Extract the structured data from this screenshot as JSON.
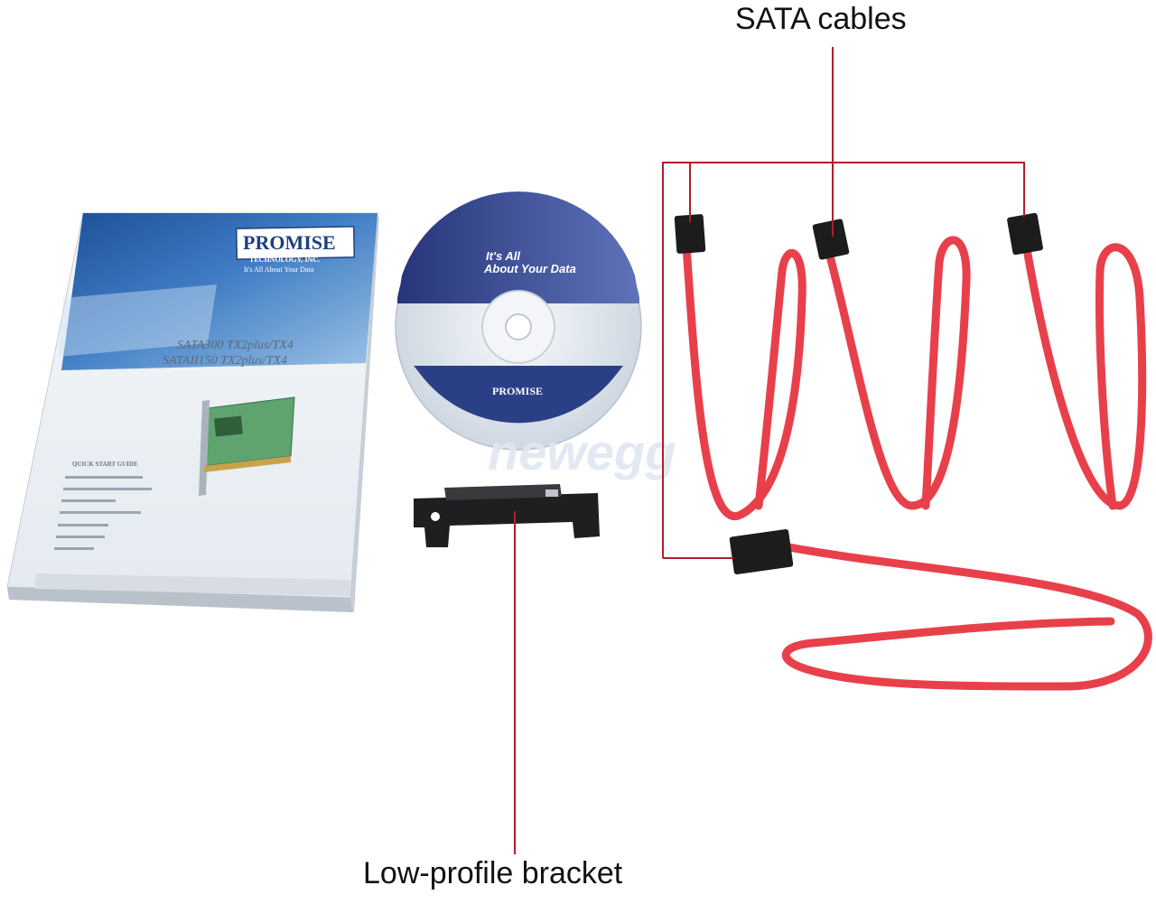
{
  "callouts": {
    "sata_cables": "SATA cables",
    "low_profile_bracket": "Low-profile bracket"
  },
  "manual": {
    "brand": "PROMISE",
    "brand_sub": "TECHNOLOGY, INC.",
    "tagline": "It's All About Your Data",
    "model_line1": "SATA300 TX2plus/TX4",
    "model_line2": "SATAII150 TX2plus/TX4",
    "guide_title": "QUICK START GUIDE"
  },
  "cd": {
    "headline1": "It's All",
    "headline2": "About Your Data",
    "brand": "PROMISE"
  },
  "watermark": "newegg",
  "colors": {
    "cable_red": "#e8404a",
    "leader_line": "#b01e2a",
    "connector": "#1c1c1c",
    "manual_blue": "#3a6fb0"
  }
}
